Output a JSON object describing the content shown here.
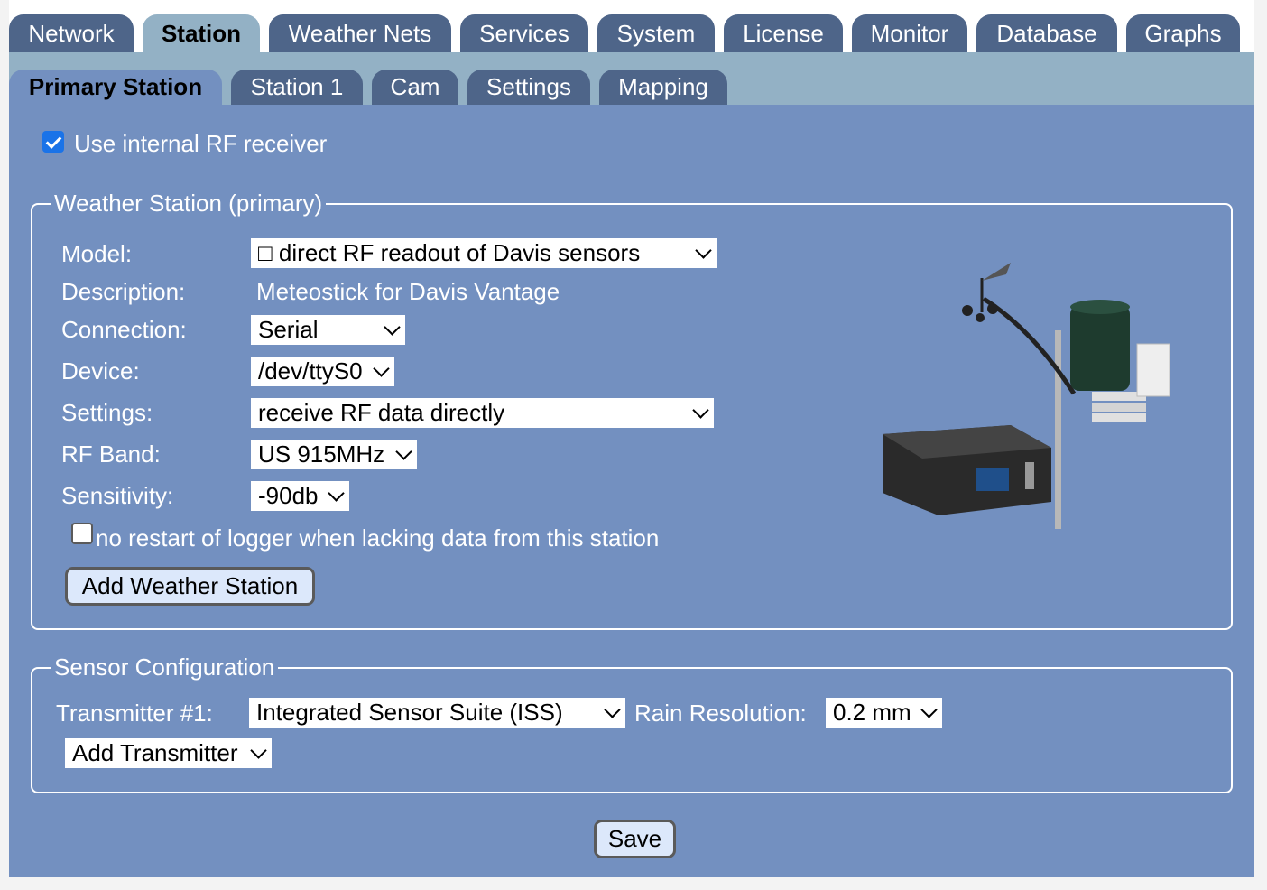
{
  "top_tabs": [
    "Network",
    "Station",
    "Weather Nets",
    "Services",
    "System",
    "License",
    "Monitor",
    "Database",
    "Graphs"
  ],
  "sub_tabs": [
    "Primary Station",
    "Station 1",
    "Cam",
    "Settings",
    "Mapping"
  ],
  "internal_rf": {
    "label": "Use internal RF receiver",
    "checked": true
  },
  "weather_station": {
    "legend": "Weather Station (primary)",
    "model_label": "Model:",
    "model_value": "□ direct RF readout of Davis sensors",
    "description_label": "Description:",
    "description_value": "Meteostick for Davis Vantage",
    "connection_label": "Connection:",
    "connection_value": "Serial",
    "device_label": "Device:",
    "device_value": "/dev/ttyS0",
    "settings_label": "Settings:",
    "settings_value": "receive RF data directly",
    "rfband_label": "RF Band:",
    "rfband_value": "US 915MHz",
    "sensitivity_label": "Sensitivity:",
    "sensitivity_value": "-90db",
    "no_restart_label": "no restart of logger when lacking data from this station",
    "no_restart_checked": false,
    "add_button": "Add Weather Station"
  },
  "sensor_config": {
    "legend": "Sensor Configuration",
    "transmitter_label": "Transmitter #1:",
    "transmitter_value": "Integrated Sensor Suite (ISS)",
    "rain_label": "Rain Resolution:",
    "rain_value": "0.2 mm",
    "add_transmitter": "Add Transmitter"
  },
  "save_button": "Save",
  "colors": {
    "tab_inactive": "#4e6589",
    "tab_active_top": "#93b1c5",
    "panel": "#7390c0",
    "checkbox": "#1a73e8",
    "button": "#dce8fb"
  }
}
